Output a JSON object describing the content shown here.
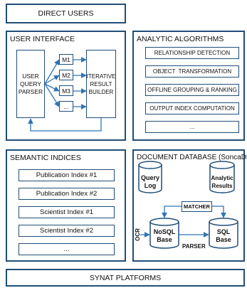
{
  "direct_users": "DIRECT USERS",
  "ui": {
    "title": "USER INTERFACE",
    "parser": [
      "USER",
      "QUERY",
      "PARSER"
    ],
    "modules": [
      "M1",
      "M2",
      "M3",
      "..."
    ],
    "builder": [
      "ITERATIVE",
      "RESULT",
      "BUILDER"
    ]
  },
  "alg": {
    "title": "ANALYTIC ALGORITHMS",
    "items": [
      "RELATIONSHIP DETECTION",
      "OBJECT  TRANSFORMATION",
      "OFFLINE GROUPING & RANKING",
      "OUTPUT INDEX COMPUTATION",
      "..."
    ]
  },
  "sem": {
    "title": "SEMANTIC INDICES",
    "items": [
      "Publication Index #1",
      "Publication Index #2",
      "Scientist Index #1",
      "Scientist Index #2",
      "..."
    ]
  },
  "db": {
    "title": "DOCUMENT DATABASE (SoncaDB)",
    "query_log": [
      "Query",
      "Log"
    ],
    "analytic_results": [
      "Analytic",
      "Results"
    ],
    "matcher": "MATCHER",
    "nosql": [
      "NoSQL",
      "Base"
    ],
    "sql": [
      "SQL",
      "Base"
    ],
    "ocr": "OCR",
    "parser": "PARSER"
  },
  "synat": "SYNAT PLATFORMS"
}
